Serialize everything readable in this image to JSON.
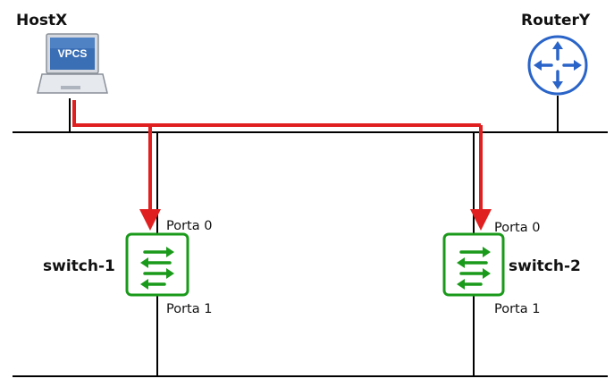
{
  "diagram": {
    "host": {
      "label": "HostX",
      "screen_text": "VPCS",
      "icon": "laptop-icon"
    },
    "router": {
      "label": "RouterY",
      "icon": "router-icon"
    },
    "switches": [
      {
        "label": "switch-1",
        "port_top": "Porta 0",
        "port_bottom": "Porta 1",
        "icon": "switch-icon"
      },
      {
        "label": "switch-2",
        "port_top": "Porta 0",
        "port_bottom": "Porta 1",
        "icon": "switch-icon"
      }
    ],
    "colors": {
      "line": "#000000",
      "path": "#e02020",
      "switch": "#1a9a1a",
      "router": "#2a64c8",
      "laptop_screen": "#3b6fb5",
      "laptop_body": "#c9ced6"
    }
  }
}
